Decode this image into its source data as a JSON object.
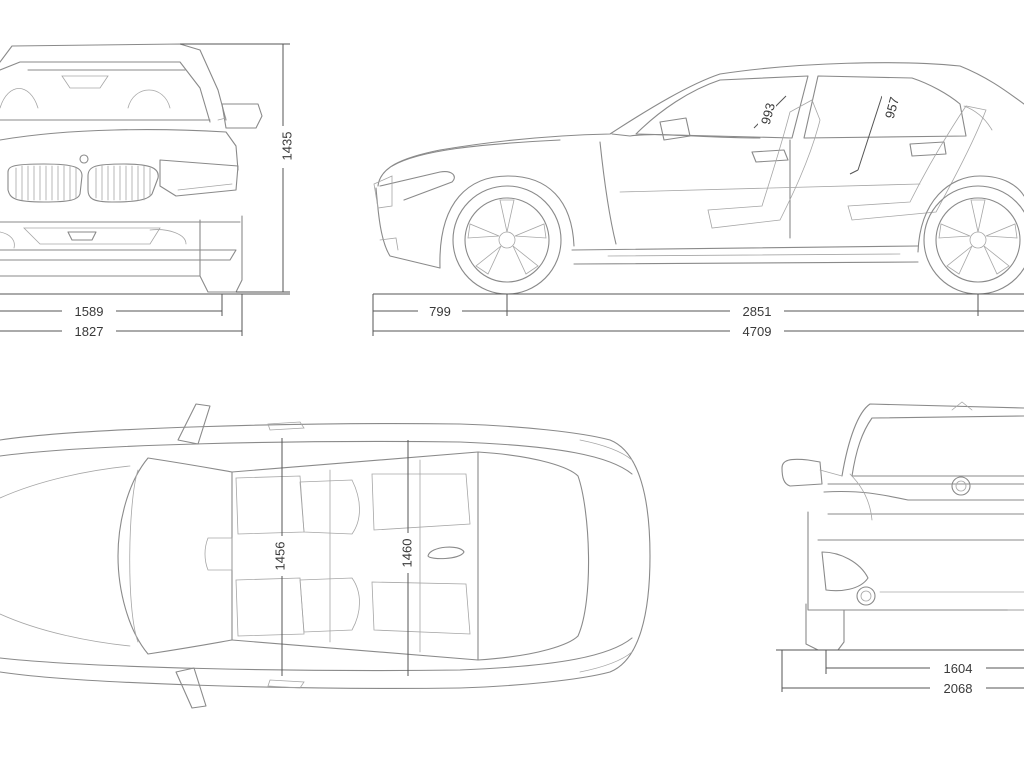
{
  "dimensions": {
    "front_height": "1435",
    "front_track": "1589",
    "width_mirrors_front": "1827",
    "front_overhang": "799",
    "wheelbase": "2851",
    "length": "4709",
    "front_headroom": "993",
    "rear_headroom": "957",
    "front_shoulder": "1456",
    "rear_shoulder": "1460",
    "rear_track": "1604",
    "width_mirrors_rear": "2068"
  },
  "colors": {
    "line": "#8a8a8a",
    "dimension_line": "#555555",
    "label": "#3a3a3a",
    "background": "#ffffff"
  }
}
